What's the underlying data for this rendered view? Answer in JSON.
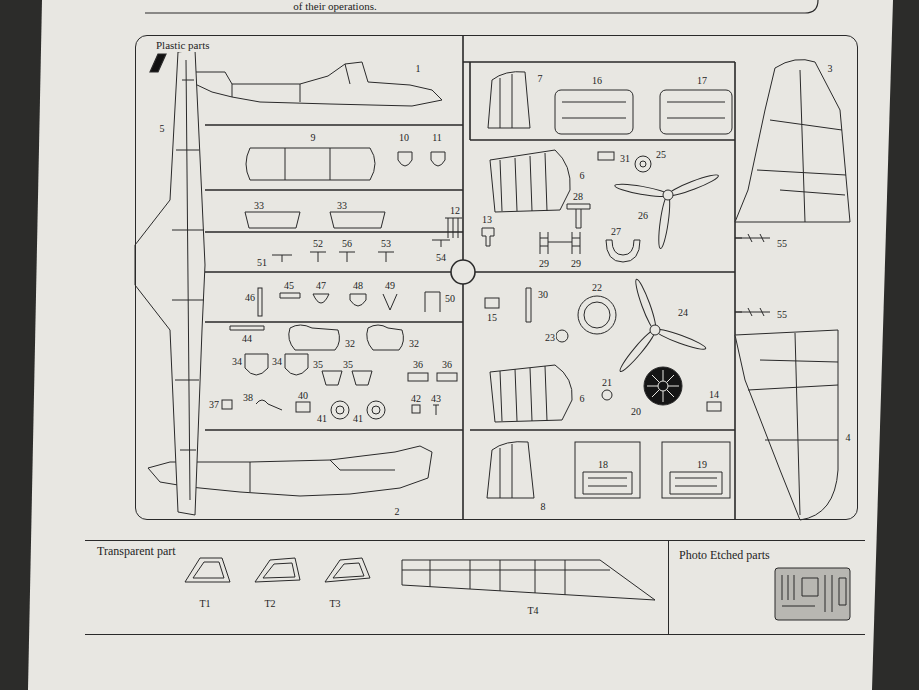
{
  "diagram": {
    "nodes": [
      {
        "text": [
          "Plastic parts"
        ]
      },
      {
        "text": [
          "Transparent part"
        ]
      },
      {
        "text": [
          "Photo Etched parts"
        ]
      }
    ],
    "labels": [
      "of their operations.",
      "1",
      "7",
      "16",
      "17",
      "3",
      "5",
      "9",
      "10",
      "11",
      "31",
      "25",
      "6",
      "28",
      "33",
      "33",
      "12",
      "26",
      "13",
      "27",
      "52",
      "56",
      "53",
      "55",
      "54",
      "29",
      "29",
      "51",
      "45",
      "47",
      "48",
      "49",
      "22",
      "30",
      "46",
      "50",
      "24",
      "55",
      "15",
      "23",
      "44",
      "32",
      "32",
      "34",
      "34",
      "35",
      "35",
      "36",
      "36",
      "21",
      "14",
      "38",
      "40",
      "6",
      "42",
      "43",
      "37",
      "20",
      "41",
      "41",
      "4",
      "18",
      "19",
      "8",
      "2",
      "T1",
      "T2",
      "T3",
      "T4"
    ]
  }
}
